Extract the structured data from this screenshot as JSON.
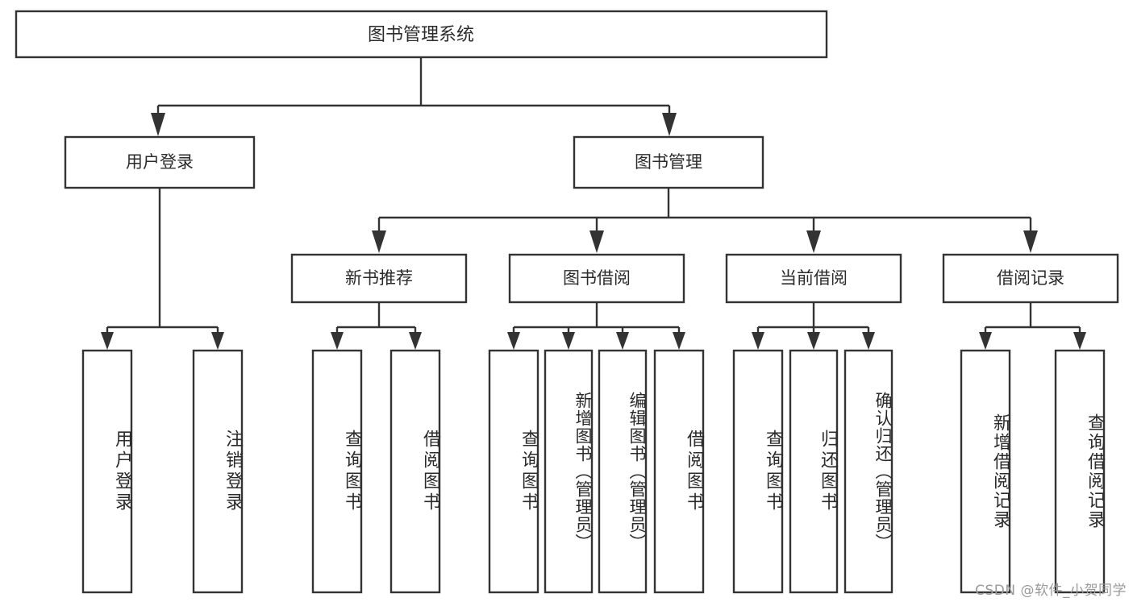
{
  "diagram": {
    "type": "tree-hierarchy",
    "title": "图书管理系统",
    "watermark": "CSDN @软件_小贺同学",
    "colors": {
      "box_stroke": "#333333",
      "box_fill": "#ffffff",
      "text": "#2b2b2b",
      "background": "#ffffff",
      "watermark": "#9a9a9a"
    },
    "levels": {
      "root": {
        "label": "图书管理系统"
      },
      "modules": [
        {
          "label": "用户登录"
        },
        {
          "label": "图书管理"
        }
      ],
      "submodules": [
        {
          "label": "新书推荐"
        },
        {
          "label": "图书借阅"
        },
        {
          "label": "当前借阅"
        },
        {
          "label": "借阅记录"
        }
      ],
      "leaves": {
        "user_login": [
          {
            "label": "用户登录"
          },
          {
            "label": "注销登录"
          }
        ],
        "new_book_recommend": [
          {
            "label": "查询图书"
          },
          {
            "label": "借阅图书"
          }
        ],
        "book_borrow": [
          {
            "label": "查询图书"
          },
          {
            "label": "新增图书（管理员）"
          },
          {
            "label": "编辑图书（管理员）"
          },
          {
            "label": "借阅图书"
          }
        ],
        "current_borrow": [
          {
            "label": "查询图书"
          },
          {
            "label": "归还图书"
          },
          {
            "label": "确认归还（管理员）"
          }
        ],
        "borrow_record": [
          {
            "label": "新增借阅记录"
          },
          {
            "label": "查询借阅记录"
          }
        ]
      }
    }
  }
}
